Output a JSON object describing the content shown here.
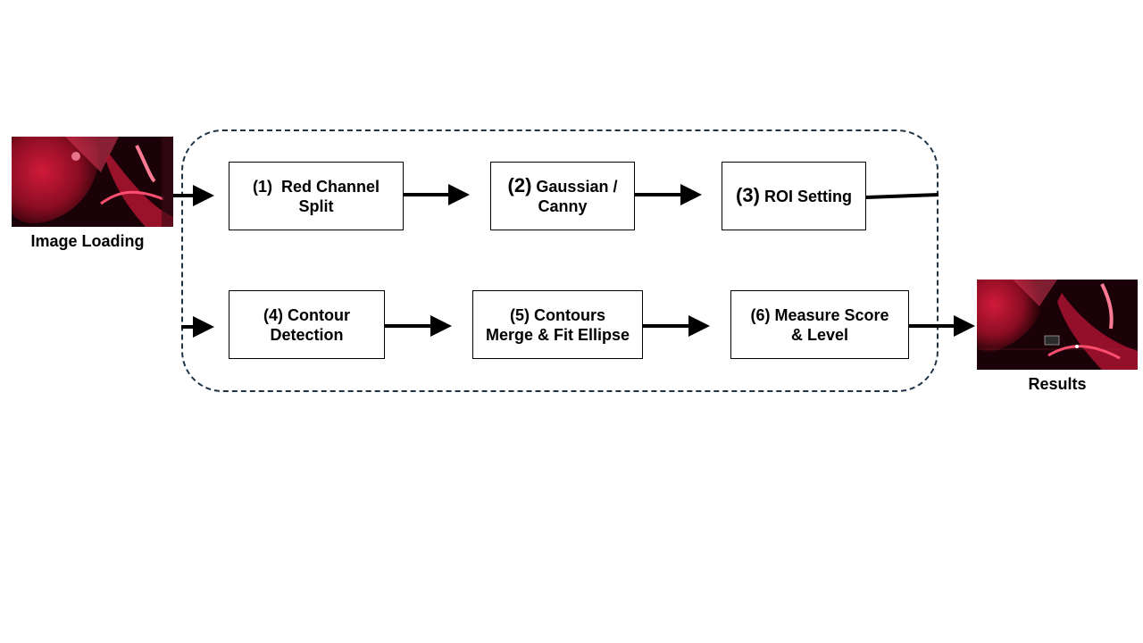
{
  "pipeline": {
    "input_caption": "Image Loading",
    "output_caption": "Results",
    "steps": [
      {
        "number": "(1)",
        "line1": "Red Channel",
        "line2": "Split"
      },
      {
        "number": "(2)",
        "line1": "Gaussian /",
        "line2": "Canny"
      },
      {
        "number": "(3)",
        "line1": "ROI Setting",
        "line2": ""
      },
      {
        "number": "(4)",
        "line1": "Contour",
        "line2": "Detection"
      },
      {
        "number": "(5)",
        "line1": "Contours",
        "line2": "Merge & Fit Ellipse"
      },
      {
        "number": "(6)",
        "line1": "Measure Score",
        "line2": "& Level"
      }
    ]
  },
  "colors": {
    "frame": "#1f3347",
    "arrow": "#000000",
    "image_red": "#c0142e",
    "image_dark": "#1a0208"
  }
}
